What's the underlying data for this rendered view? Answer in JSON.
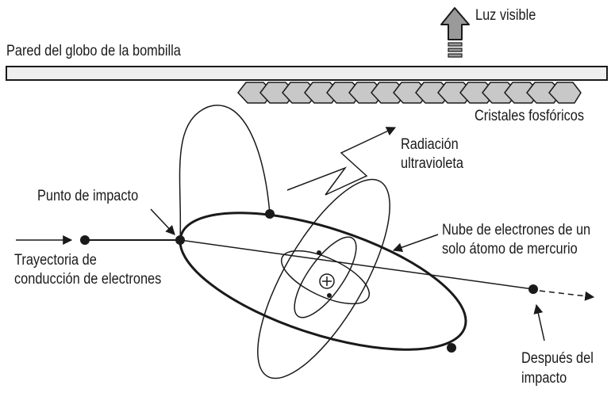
{
  "labels": {
    "visible_light": "Luz visible",
    "bulb_wall": "Pared del globo de la bombilla",
    "phosphor_crystals": "Cristales fosfóricos",
    "uv_radiation_1": "Radiación",
    "uv_radiation_2": "ultravioleta",
    "impact_point": "Punto de impacto",
    "electron_cloud_1": "Nube de electrones de un",
    "electron_cloud_2": "solo átomo de mercurio",
    "conduction_path_1": "Trayectoria de",
    "conduction_path_2": "conducción de electrones",
    "after_impact_1": "Después del",
    "after_impact_2": "impacto"
  },
  "colors": {
    "ink": "#1a1a1a",
    "wall_fill": "#eeeeee",
    "crystal_fill": "#c8c8c8",
    "arrow_fill": "#9a9a9a"
  },
  "icons": {
    "light_arrow": "up-arrow-icon",
    "nucleus": "plus-circle-icon"
  }
}
